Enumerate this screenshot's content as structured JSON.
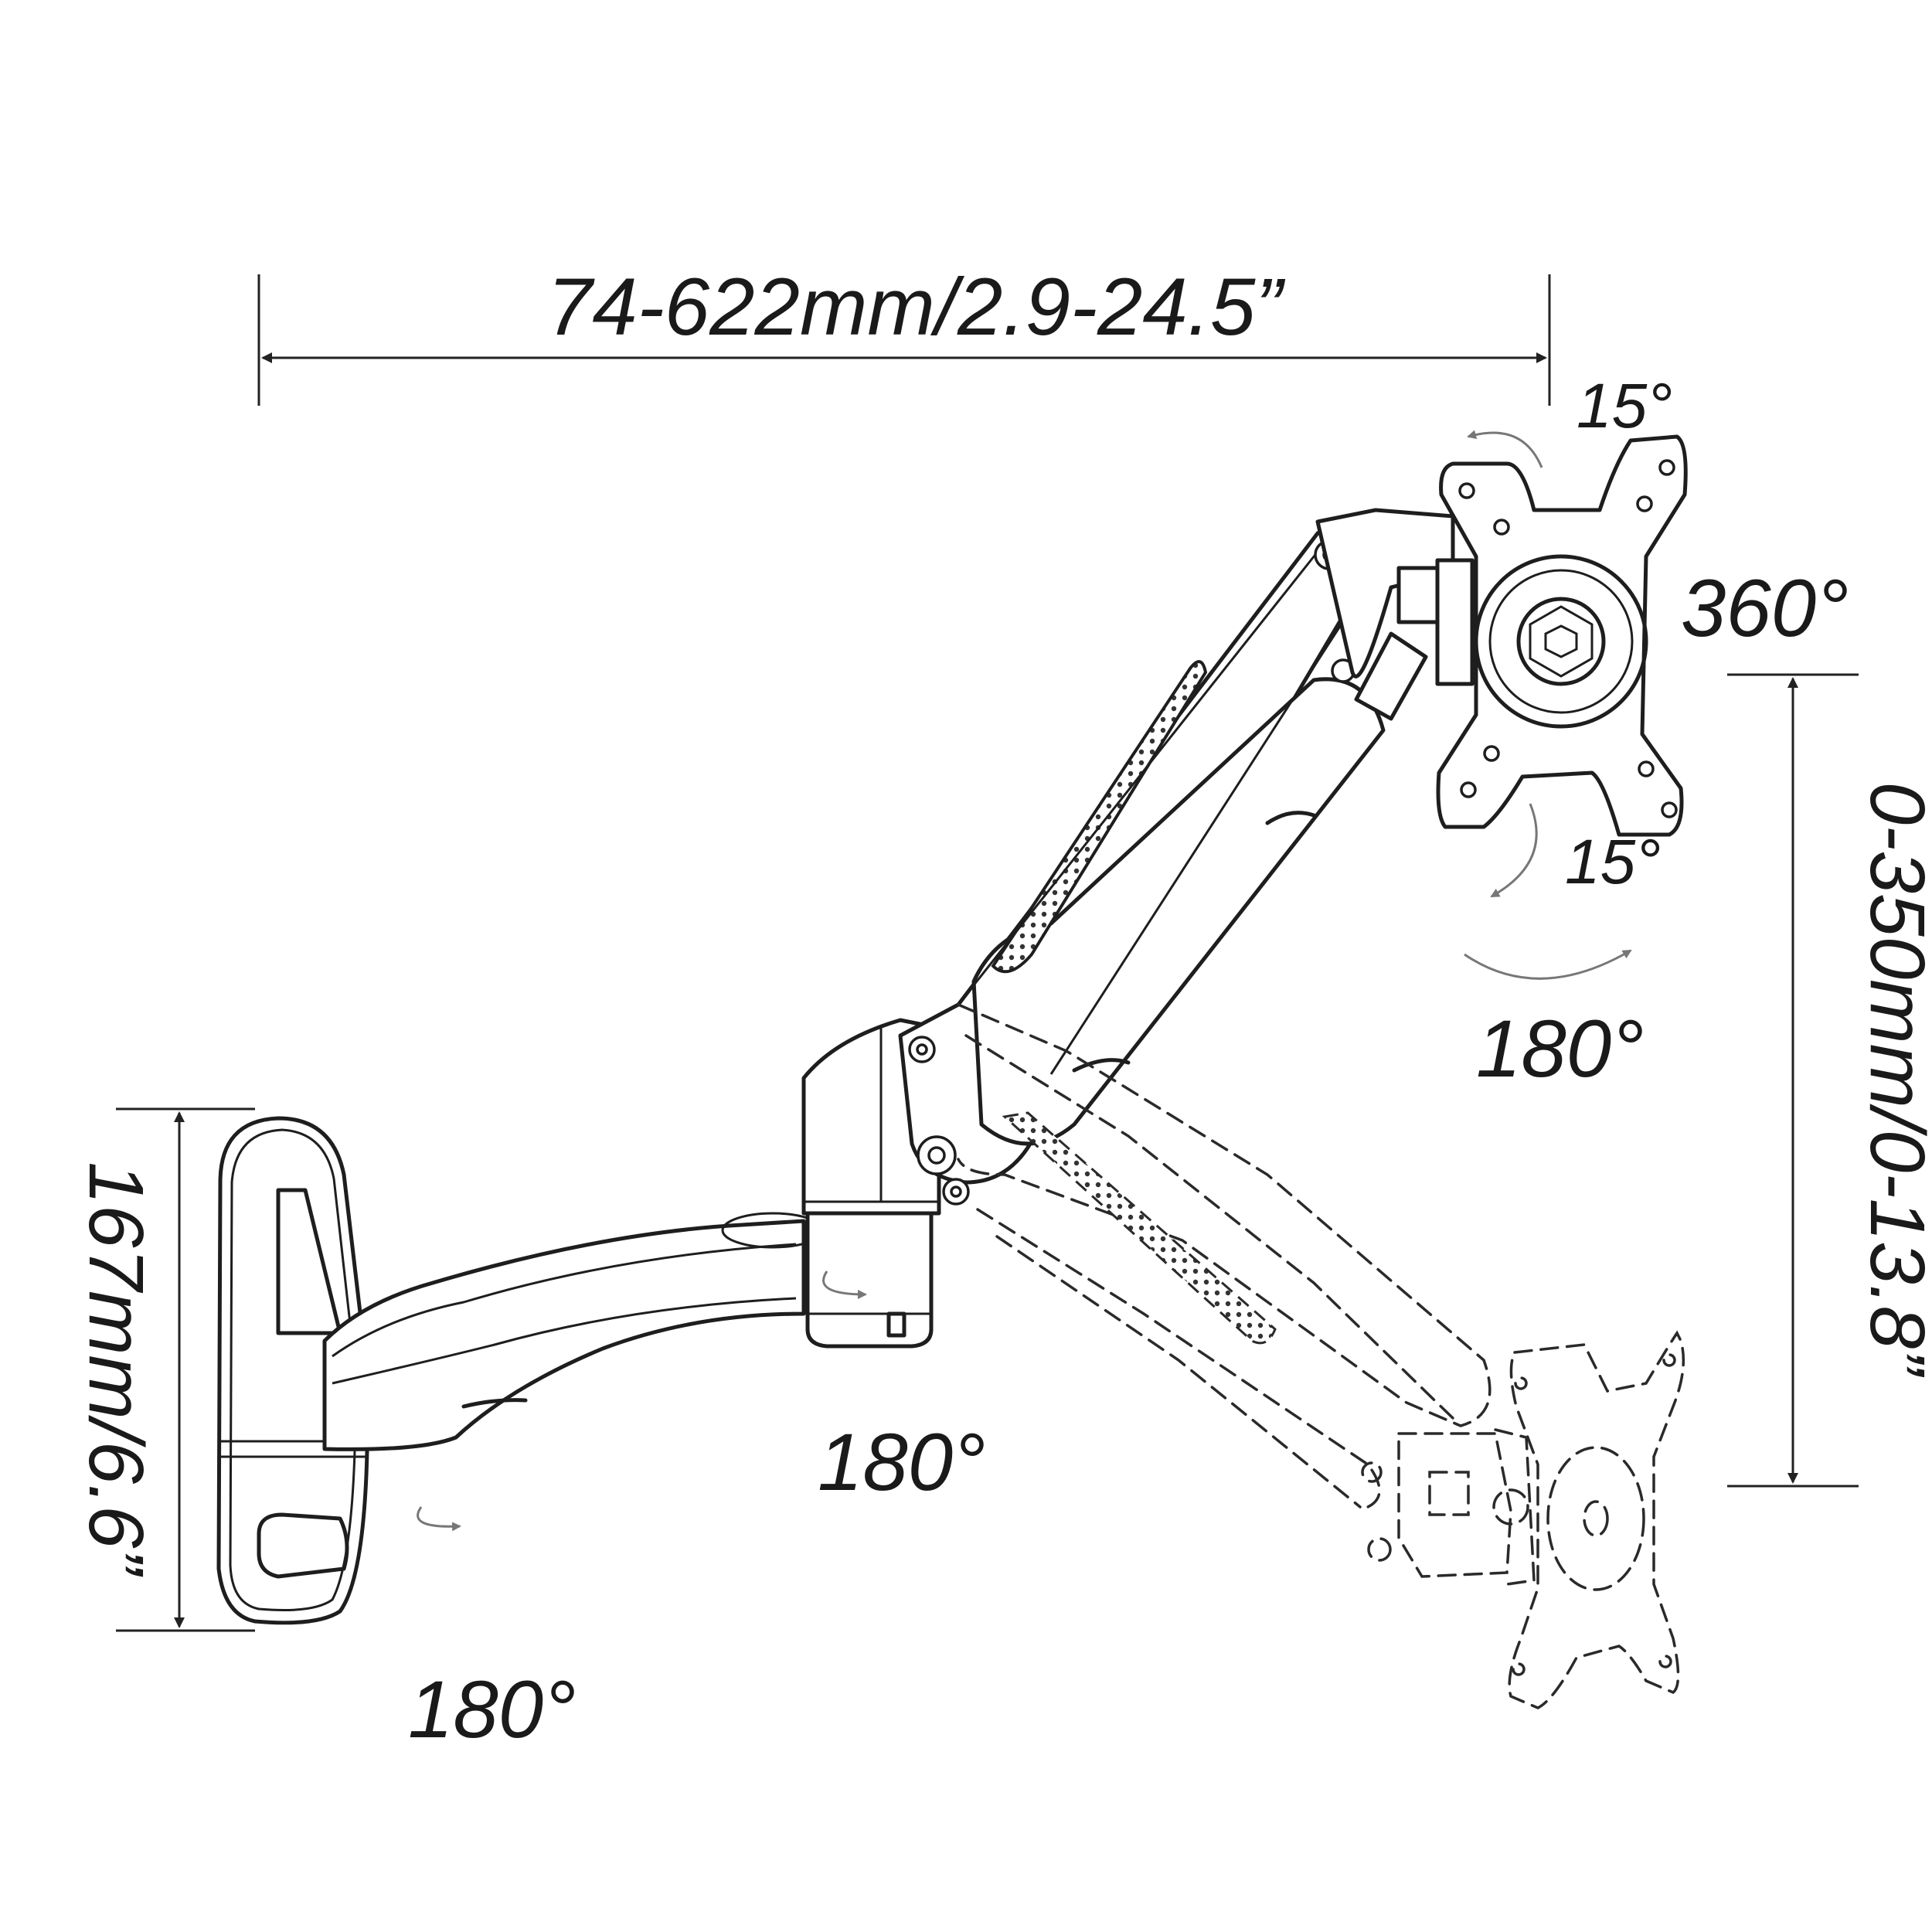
{
  "dimensions": {
    "reach": "74-622mm/2.9-24.5”",
    "height_range": "0-350mm/0-13.8”",
    "bracket_height": "167mm/6.6”"
  },
  "rotations": {
    "tilt_up": "15°",
    "tilt_down": "15°",
    "rotation": "360°",
    "swivel_head": "180°",
    "swivel_arm": "180°",
    "swivel_base": "180°"
  },
  "icons": [
    "rotation-arrow-icon",
    "dimension-arrow-icon",
    "vesa-plate-icon"
  ]
}
